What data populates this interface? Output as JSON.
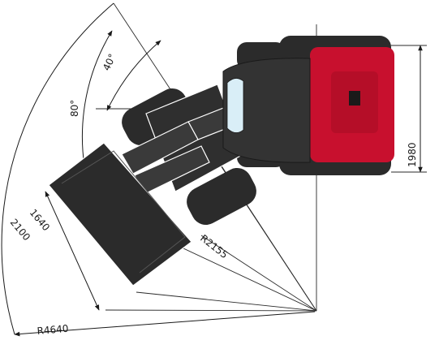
{
  "dimensions": {
    "turning_radius_outer": "R4640",
    "turning_radius_inner": "R2155",
    "vehicle_width": "1980",
    "bucket_width": "2100",
    "bucket_inner": "1640"
  },
  "angles": {
    "steering_angle": "40°",
    "pivot_angle": "80°"
  },
  "colors": {
    "body_red": "#c8102e",
    "body_dark": "#2b2b2b",
    "line": "#1a1a1a"
  }
}
